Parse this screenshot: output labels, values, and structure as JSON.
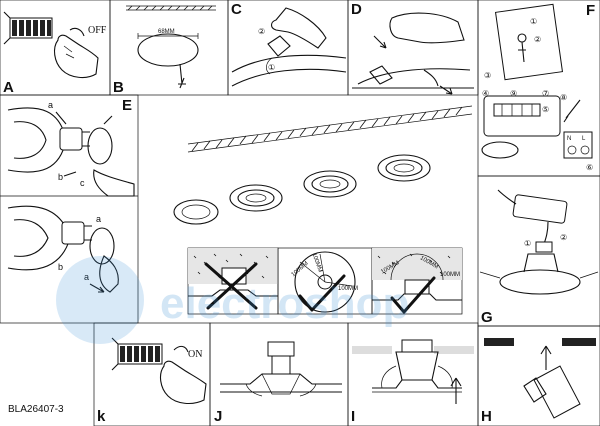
{
  "document": {
    "code": "BLA26407-3",
    "panels": {
      "A": "A",
      "B": "B",
      "C": "C",
      "D": "D",
      "E": "E",
      "F": "F",
      "G": "G",
      "H": "H",
      "I": "I",
      "J": "J",
      "k": "k"
    },
    "switch_states": {
      "off": "OFF",
      "on": "ON"
    },
    "cutout_dimension": "68MM",
    "spacing_labels": [
      "100MM",
      "100MM",
      "100MM",
      "100MM",
      "100MM",
      "100MM"
    ],
    "callouts": {
      "a": "a",
      "b": "b",
      "c": "c",
      "a2": "a",
      "b2": "b",
      "a3": "a"
    },
    "steps": [
      "①",
      "②",
      "③",
      "④",
      "⑤",
      "⑥",
      "⑦",
      "⑧",
      "⑨"
    ],
    "terminal_labels": [
      "N",
      "L"
    ]
  },
  "watermark": {
    "text": "electroshop",
    "color": "#3b8fd6"
  }
}
